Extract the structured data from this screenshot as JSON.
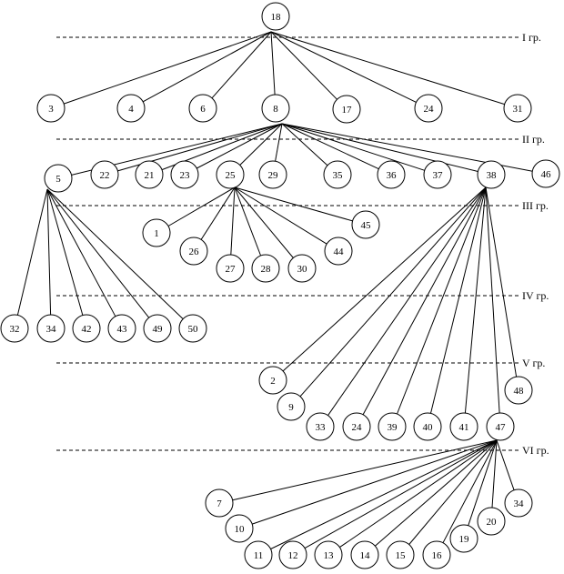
{
  "groups": [
    {
      "label": "I гр."
    },
    {
      "label": "II гр."
    },
    {
      "label": "III гр."
    },
    {
      "label": "IV гр."
    },
    {
      "label": "V гр."
    },
    {
      "label": "VI гр."
    }
  ],
  "nodes": [
    {
      "id": "18"
    },
    {
      "id": "3"
    },
    {
      "id": "4"
    },
    {
      "id": "6"
    },
    {
      "id": "8"
    },
    {
      "id": "17"
    },
    {
      "id": "24a",
      "label": "24"
    },
    {
      "id": "31"
    },
    {
      "id": "5"
    },
    {
      "id": "22"
    },
    {
      "id": "21"
    },
    {
      "id": "23"
    },
    {
      "id": "25"
    },
    {
      "id": "29"
    },
    {
      "id": "35"
    },
    {
      "id": "36"
    },
    {
      "id": "37"
    },
    {
      "id": "38"
    },
    {
      "id": "46"
    },
    {
      "id": "1"
    },
    {
      "id": "26"
    },
    {
      "id": "27"
    },
    {
      "id": "28"
    },
    {
      "id": "30"
    },
    {
      "id": "44"
    },
    {
      "id": "45"
    },
    {
      "id": "32"
    },
    {
      "id": "34a",
      "label": "34"
    },
    {
      "id": "42"
    },
    {
      "id": "43"
    },
    {
      "id": "49"
    },
    {
      "id": "50"
    },
    {
      "id": "2"
    },
    {
      "id": "9"
    },
    {
      "id": "33"
    },
    {
      "id": "24b",
      "label": "24"
    },
    {
      "id": "39"
    },
    {
      "id": "40"
    },
    {
      "id": "41"
    },
    {
      "id": "47"
    },
    {
      "id": "48"
    },
    {
      "id": "7"
    },
    {
      "id": "10"
    },
    {
      "id": "11"
    },
    {
      "id": "12"
    },
    {
      "id": "13"
    },
    {
      "id": "14"
    },
    {
      "id": "15"
    },
    {
      "id": "16"
    },
    {
      "id": "19"
    },
    {
      "id": "20"
    },
    {
      "id": "34b",
      "label": "34"
    }
  ],
  "edges": [
    [
      "18",
      "3"
    ],
    [
      "18",
      "4"
    ],
    [
      "18",
      "6"
    ],
    [
      "18",
      "8"
    ],
    [
      "18",
      "17"
    ],
    [
      "18",
      "24a"
    ],
    [
      "18",
      "31"
    ],
    [
      "8",
      "5"
    ],
    [
      "8",
      "22"
    ],
    [
      "8",
      "21"
    ],
    [
      "8",
      "23"
    ],
    [
      "8",
      "25"
    ],
    [
      "8",
      "29"
    ],
    [
      "8",
      "35"
    ],
    [
      "8",
      "36"
    ],
    [
      "8",
      "37"
    ],
    [
      "8",
      "38"
    ],
    [
      "8",
      "46"
    ],
    [
      "25",
      "1"
    ],
    [
      "25",
      "26"
    ],
    [
      "25",
      "27"
    ],
    [
      "25",
      "28"
    ],
    [
      "25",
      "30"
    ],
    [
      "25",
      "44"
    ],
    [
      "25",
      "45"
    ],
    [
      "5",
      "32"
    ],
    [
      "5",
      "34a"
    ],
    [
      "5",
      "42"
    ],
    [
      "5",
      "43"
    ],
    [
      "5",
      "49"
    ],
    [
      "5",
      "50"
    ],
    [
      "38",
      "2"
    ],
    [
      "38",
      "9"
    ],
    [
      "38",
      "33"
    ],
    [
      "38",
      "24b"
    ],
    [
      "38",
      "39"
    ],
    [
      "38",
      "40"
    ],
    [
      "38",
      "41"
    ],
    [
      "38",
      "47"
    ],
    [
      "38",
      "48"
    ],
    [
      "47",
      "7"
    ],
    [
      "47",
      "10"
    ],
    [
      "47",
      "11"
    ],
    [
      "47",
      "12"
    ],
    [
      "47",
      "13"
    ],
    [
      "47",
      "14"
    ],
    [
      "47",
      "15"
    ],
    [
      "47",
      "16"
    ],
    [
      "47",
      "19"
    ],
    [
      "47",
      "20"
    ],
    [
      "47",
      "34b"
    ]
  ]
}
